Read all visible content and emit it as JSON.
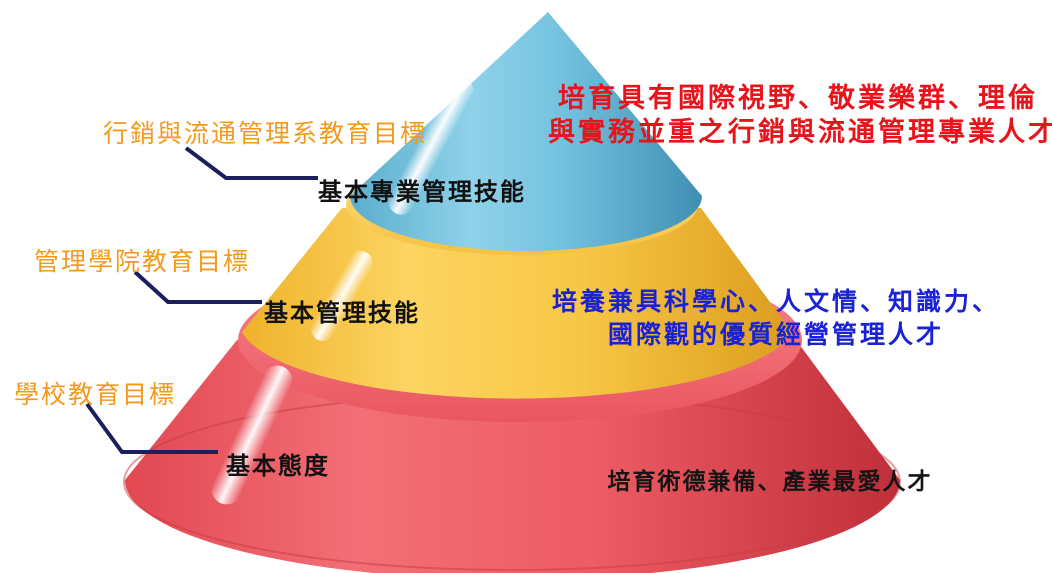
{
  "levels": [
    {
      "id": "department",
      "goal_label": "行銷與流通管理系教育目標",
      "skill_label": "基本專業管理技能",
      "description": [
        "培育具有國際視野、敬業樂群、理倫",
        "與實務並重之行銷與流通管理專業人才"
      ],
      "color": "#6fc0dc",
      "text_color": "#e8141b"
    },
    {
      "id": "college",
      "goal_label": "管理學院教育目標",
      "skill_label": "基本管理技能",
      "description": [
        "培養兼具科學心、人文情、知識力、",
        "國際觀的優質經營管理人才"
      ],
      "color": "#f7c545",
      "text_color": "#1a22d6"
    },
    {
      "id": "school",
      "goal_label": "學校教育目標",
      "skill_label": "基本態度",
      "description": [
        "培育術德兼備、產業最愛人才"
      ],
      "color": "#ee6068",
      "text_color": "#141414"
    }
  ],
  "colors": {
    "goal_label": "#f39a1c",
    "connector": "#1c1f5e"
  }
}
